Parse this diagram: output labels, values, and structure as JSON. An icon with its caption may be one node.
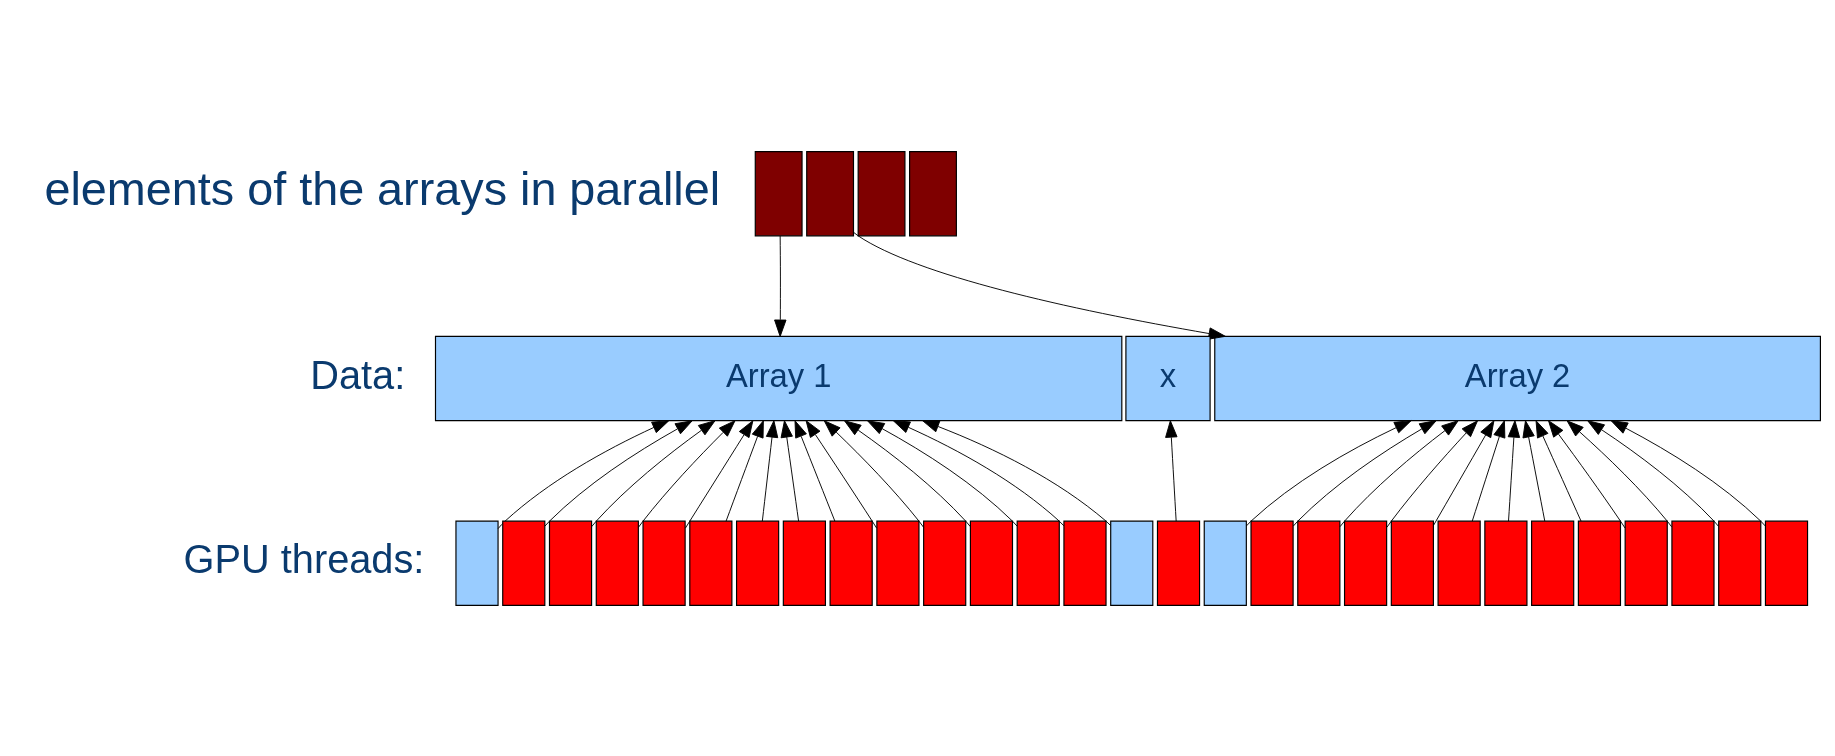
{
  "diagram": {
    "nodes": [
      {
        "text": [],
        "shape": "box"
      },
      {
        "text": [],
        "shape": "box"
      },
      {
        "text": [],
        "shape": "box"
      },
      {
        "text": [],
        "shape": "box"
      },
      {
        "text": [
          "Array 1"
        ]
      },
      {
        "text": [
          "x"
        ]
      },
      {
        "text": [
          "Array 2"
        ]
      },
      {
        "text": [],
        "shape": "box"
      },
      {
        "text": [],
        "shape": "box"
      },
      {
        "text": [],
        "shape": "box"
      },
      {
        "text": [],
        "shape": "box"
      },
      {
        "text": [],
        "shape": "box"
      },
      {
        "text": [],
        "shape": "box"
      },
      {
        "text": [],
        "shape": "box"
      },
      {
        "text": [],
        "shape": "box"
      },
      {
        "text": [],
        "shape": "box"
      },
      {
        "text": [],
        "shape": "box"
      },
      {
        "text": [],
        "shape": "box"
      },
      {
        "text": [],
        "shape": "box"
      },
      {
        "text": [],
        "shape": "box"
      },
      {
        "text": [],
        "shape": "box"
      },
      {
        "text": [],
        "shape": "box"
      },
      {
        "text": [],
        "shape": "box"
      },
      {
        "text": [],
        "shape": "box"
      },
      {
        "text": [],
        "shape": "box"
      },
      {
        "text": [],
        "shape": "box"
      },
      {
        "text": [],
        "shape": "box"
      },
      {
        "text": [],
        "shape": "box"
      },
      {
        "text": [],
        "shape": "box"
      },
      {
        "text": [],
        "shape": "box"
      },
      {
        "text": [],
        "shape": "box"
      },
      {
        "text": [],
        "shape": "box"
      },
      {
        "text": [],
        "shape": "box"
      },
      {
        "text": [],
        "shape": "box"
      },
      {
        "text": [],
        "shape": "box"
      },
      {
        "text": [],
        "shape": "box"
      }
    ],
    "edges": [
      {
        "from": 0,
        "to": 4,
        "arrow": "to"
      },
      {
        "from": 1,
        "to": 6,
        "arrow": "to"
      },
      {
        "from": 7,
        "to": 4,
        "arrow": "to"
      },
      {
        "from": 8,
        "to": 4,
        "arrow": "to"
      },
      {
        "from": 9,
        "to": 4,
        "arrow": "to"
      },
      {
        "from": 10,
        "to": 4,
        "arrow": "to"
      },
      {
        "from": 11,
        "to": 4,
        "arrow": "to"
      },
      {
        "from": 12,
        "to": 4,
        "arrow": "to"
      },
      {
        "from": 13,
        "to": 4,
        "arrow": "to"
      },
      {
        "from": 14,
        "to": 4,
        "arrow": "to"
      },
      {
        "from": 15,
        "to": 4,
        "arrow": "to"
      },
      {
        "from": 16,
        "to": 4,
        "arrow": "to"
      },
      {
        "from": 17,
        "to": 4,
        "arrow": "to"
      },
      {
        "from": 18,
        "to": 4,
        "arrow": "to"
      },
      {
        "from": 19,
        "to": 4,
        "arrow": "to"
      },
      {
        "from": 20,
        "to": 4,
        "arrow": "to"
      },
      {
        "from": 21,
        "to": 4,
        "arrow": "to"
      },
      {
        "from": 22,
        "to": 5,
        "arrow": "to"
      },
      {
        "from": 23,
        "to": 6,
        "arrow": "to"
      },
      {
        "from": 24,
        "to": 6,
        "arrow": "to"
      },
      {
        "from": 25,
        "to": 6,
        "arrow": "to"
      },
      {
        "from": 26,
        "to": 6,
        "arrow": "to"
      },
      {
        "from": 27,
        "to": 6,
        "arrow": "to"
      },
      {
        "from": 28,
        "to": 6,
        "arrow": "to"
      },
      {
        "from": 29,
        "to": 6,
        "arrow": "to"
      },
      {
        "from": 30,
        "to": 6,
        "arrow": "to"
      },
      {
        "from": 31,
        "to": 6,
        "arrow": "to"
      },
      {
        "from": 32,
        "to": 6,
        "arrow": "to"
      },
      {
        "from": 33,
        "to": 6,
        "arrow": "to"
      },
      {
        "from": 34,
        "to": 6,
        "arrow": "to"
      },
      {
        "from": 35,
        "to": 6,
        "arrow": "to"
      }
    ],
    "labels": [
      "elements of the arrays in parallel",
      "Data:",
      "GPU threads:"
    ]
  }
}
